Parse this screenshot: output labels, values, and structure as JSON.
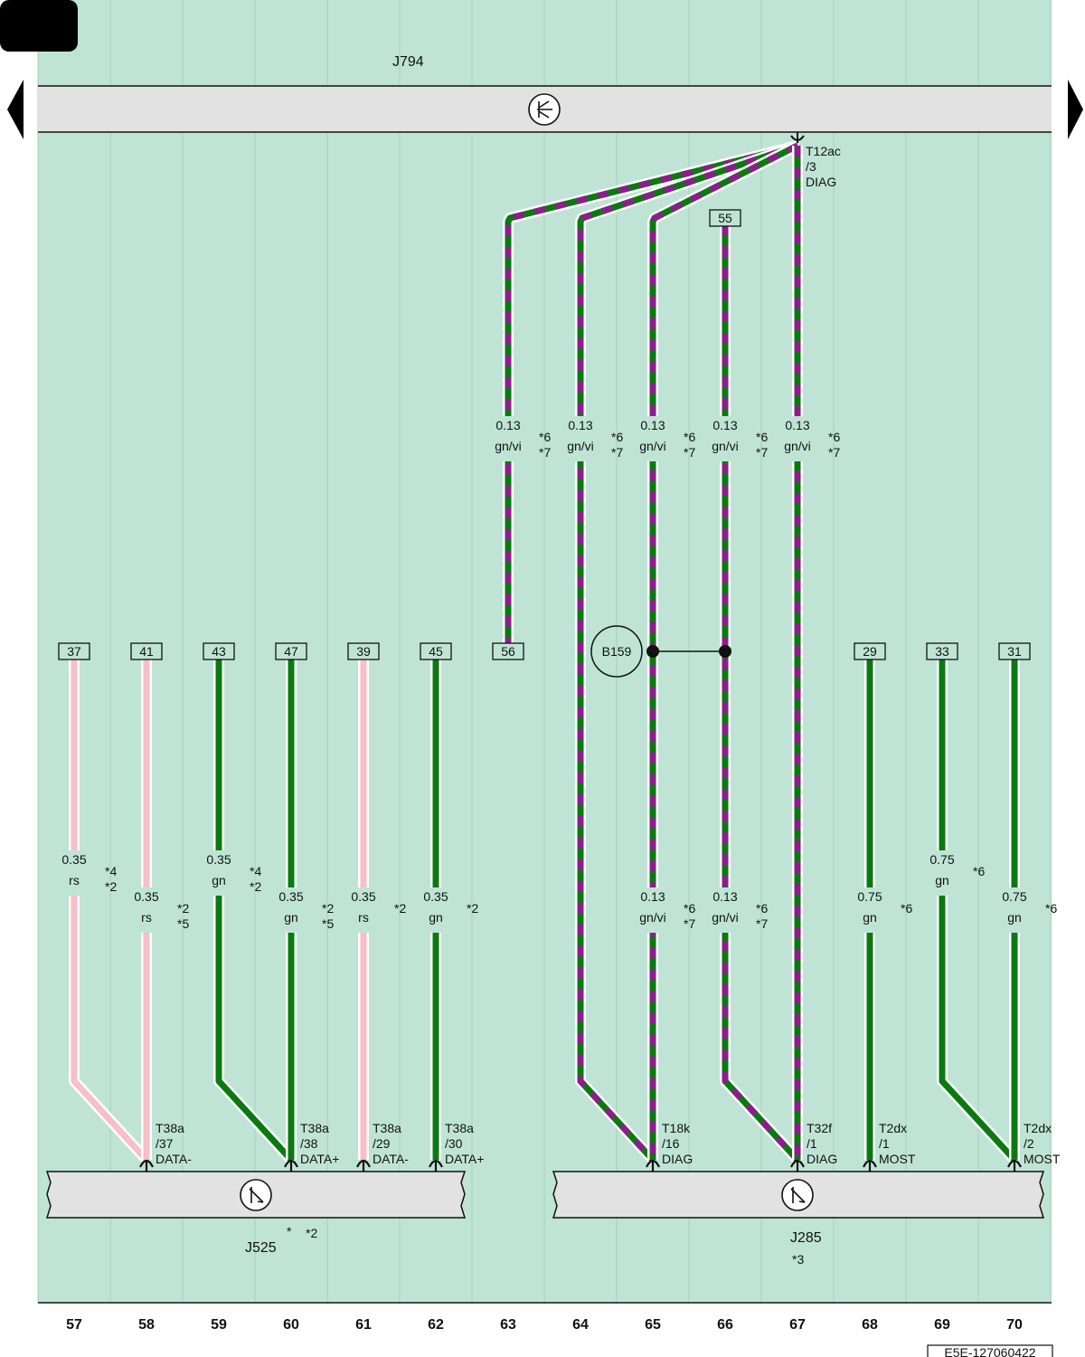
{
  "top_module": {
    "name": "J794"
  },
  "bottom_modules": [
    {
      "name": "J525",
      "notes": [
        "*",
        "*2"
      ]
    },
    {
      "name": "J285",
      "notes": [
        "*3"
      ]
    }
  ],
  "top_connector": {
    "lines": [
      "T12ac",
      "/3",
      "DIAG"
    ]
  },
  "splice": {
    "name": "B159"
  },
  "top_refs": [
    {
      "col": 67,
      "label": "56"
    },
    {
      "col": 70,
      "label": "55"
    }
  ],
  "mid_refs": [
    {
      "col": 57,
      "label": "37"
    },
    {
      "col": 58,
      "label": "41"
    },
    {
      "col": 59,
      "label": "43"
    },
    {
      "col": 60,
      "label": "47"
    },
    {
      "col": 61,
      "label": "39"
    },
    {
      "col": 62,
      "label": "45"
    },
    {
      "col": 63,
      "label": "56"
    },
    {
      "col": 68,
      "label": "29"
    },
    {
      "col": 69,
      "label": "33"
    },
    {
      "col": 70,
      "label": "31"
    }
  ],
  "wires_upper": [
    {
      "col": 63,
      "size": "0.13",
      "color": "gn/vi",
      "notes": [
        "*6",
        "*7"
      ]
    },
    {
      "col": 64,
      "size": "0.13",
      "color": "gn/vi",
      "notes": [
        "*6",
        "*7"
      ]
    },
    {
      "col": 65,
      "size": "0.13",
      "color": "gn/vi",
      "notes": [
        "*6",
        "*7"
      ]
    },
    {
      "col": 66,
      "size": "0.13",
      "color": "gn/vi",
      "notes": [
        "*6",
        "*7"
      ]
    },
    {
      "col": 67,
      "size": "0.13",
      "color": "gn/vi",
      "notes": [
        "*6",
        "*7"
      ]
    }
  ],
  "wires_lower": [
    {
      "col": 57,
      "size": "0.35",
      "color": "rs",
      "notes": [
        "*4",
        "*2"
      ]
    },
    {
      "col": 58,
      "size": "0.35",
      "color": "rs",
      "notes": [
        "*2",
        "*5"
      ]
    },
    {
      "col": 59,
      "size": "0.35",
      "color": "gn",
      "notes": [
        "*4",
        "*2"
      ]
    },
    {
      "col": 60,
      "size": "0.35",
      "color": "gn",
      "notes": [
        "*2",
        "*5"
      ]
    },
    {
      "col": 61,
      "size": "0.35",
      "color": "rs",
      "notes": [
        "*2"
      ]
    },
    {
      "col": 62,
      "size": "0.35",
      "color": "gn",
      "notes": [
        "*2"
      ]
    },
    {
      "col": 65,
      "size": "0.13",
      "color": "gn/vi",
      "notes": [
        "*6",
        "*7"
      ]
    },
    {
      "col": 66,
      "size": "0.13",
      "color": "gn/vi",
      "notes": [
        "*6",
        "*7"
      ]
    },
    {
      "col": 68,
      "size": "0.75",
      "color": "gn",
      "notes": [
        "*6"
      ]
    },
    {
      "col": 69,
      "size": "0.75",
      "color": "gn",
      "notes": [
        "*6"
      ]
    },
    {
      "col": 70,
      "size": "0.75",
      "color": "gn",
      "notes": [
        "*6"
      ]
    }
  ],
  "pin_labels": [
    {
      "col": 58,
      "lines": [
        "T38a",
        "/37",
        "DATA-"
      ]
    },
    {
      "col": 60,
      "lines": [
        "T38a",
        "/38",
        "DATA+"
      ]
    },
    {
      "col": 61,
      "lines": [
        "T38a",
        "/29",
        "DATA-"
      ]
    },
    {
      "col": 62,
      "lines": [
        "T38a",
        "/30",
        "DATA+"
      ]
    },
    {
      "col": 65,
      "lines": [
        "T18k",
        "/16",
        "DIAG"
      ]
    },
    {
      "col": 67,
      "lines": [
        "T32f",
        "/1",
        "DIAG"
      ]
    },
    {
      "col": 68,
      "lines": [
        "T2dx",
        "/1",
        "MOST"
      ]
    },
    {
      "col": 70,
      "lines": [
        "T2dx",
        "/2",
        "MOST"
      ]
    }
  ],
  "columns": [
    "57",
    "58",
    "59",
    "60",
    "61",
    "62",
    "63",
    "64",
    "65",
    "66",
    "67",
    "68",
    "69",
    "70"
  ],
  "doc_code": "E5E-127060422",
  "colors": {
    "background": "#bfe4d6",
    "module": "#e2e2e2",
    "green": "#0a7a10",
    "violet": "#8a1f8a",
    "pink": "#f7bfc8"
  }
}
